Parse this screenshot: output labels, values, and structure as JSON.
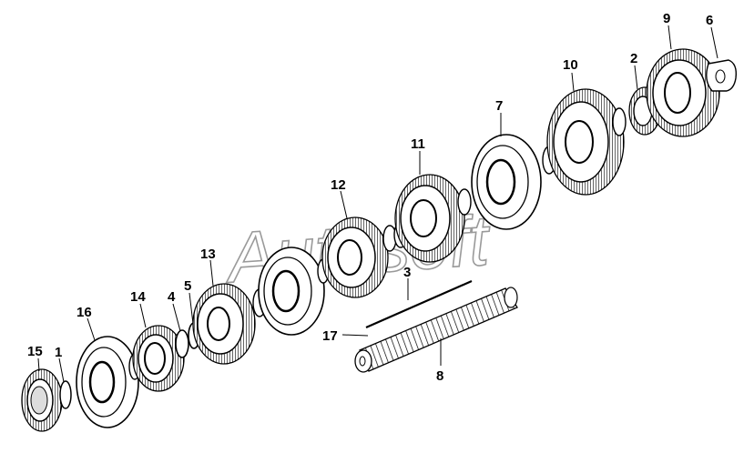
{
  "watermark": "Autosoft",
  "parts": [
    {
      "id": "p15",
      "label": "15"
    },
    {
      "id": "p1",
      "label": "1"
    },
    {
      "id": "p16",
      "label": "16"
    },
    {
      "id": "p14",
      "label": "14"
    },
    {
      "id": "p4",
      "label": "4"
    },
    {
      "id": "p5",
      "label": "5"
    },
    {
      "id": "p13",
      "label": "13"
    },
    {
      "id": "p12",
      "label": "12"
    },
    {
      "id": "p3",
      "label": "3"
    },
    {
      "id": "p17",
      "label": "17"
    },
    {
      "id": "p8",
      "label": "8"
    },
    {
      "id": "p11",
      "label": "11"
    },
    {
      "id": "p7",
      "label": "7"
    },
    {
      "id": "p10",
      "label": "10"
    },
    {
      "id": "p2",
      "label": "2"
    },
    {
      "id": "p9",
      "label": "9"
    },
    {
      "id": "p6",
      "label": "6"
    }
  ]
}
